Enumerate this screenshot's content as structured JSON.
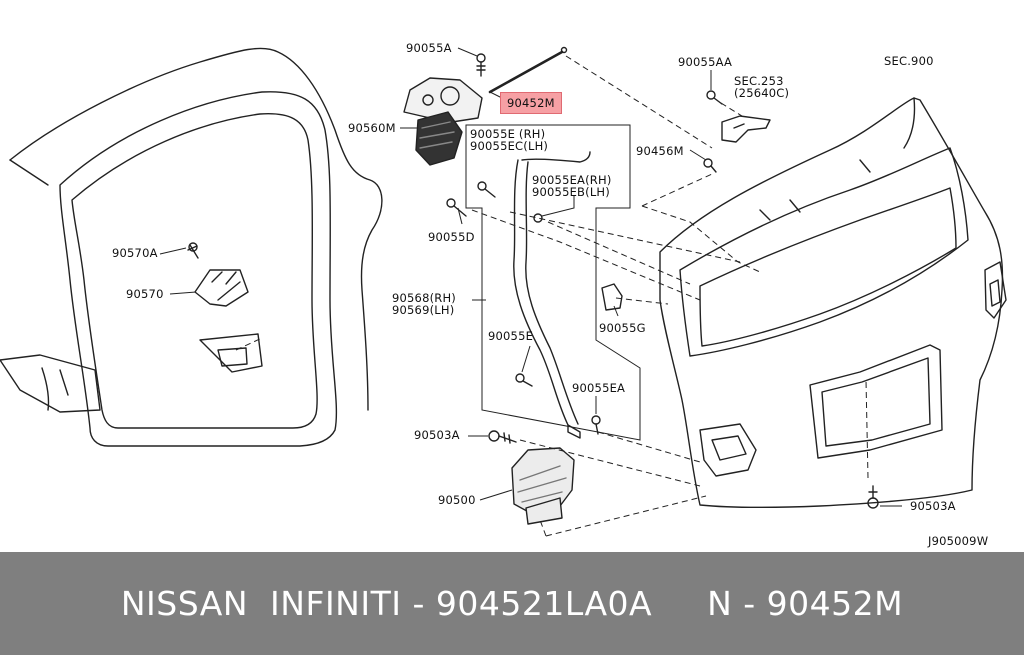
{
  "diagram": {
    "code": "J905009W",
    "callouts": {
      "p90055A": "90055A",
      "p90452M": "90452M",
      "p90560M": "90560M",
      "p90055E_rh": "90055E (RH)",
      "p90055EC_lh": "90055EC(LH)",
      "p90055EA_rh": "90055EA(RH)",
      "p90055EB_lh": "90055EB(LH)",
      "p90055AA": "90055AA",
      "sec253": "SEC.253",
      "sec253_code": "(25640C)",
      "sec900": "SEC.900",
      "p90456M": "90456M",
      "p90055D": "90055D",
      "p90570A": "90570A",
      "p90570": "90570",
      "p90568_rh": "90568(RH)",
      "p90569_lh": "90569(LH)",
      "p90055E": "90055E",
      "p90055G": "90055G",
      "p90055EA": "90055EA",
      "p90503A_left": "90503A",
      "p90500": "90500",
      "p90503A_right": "90503A"
    },
    "highlight_color": "#f6a0a4"
  },
  "footer": {
    "caption": "NISSAN  INFINITI - 904521LA0A     N - 90452M",
    "background": "#7f7f7f"
  }
}
